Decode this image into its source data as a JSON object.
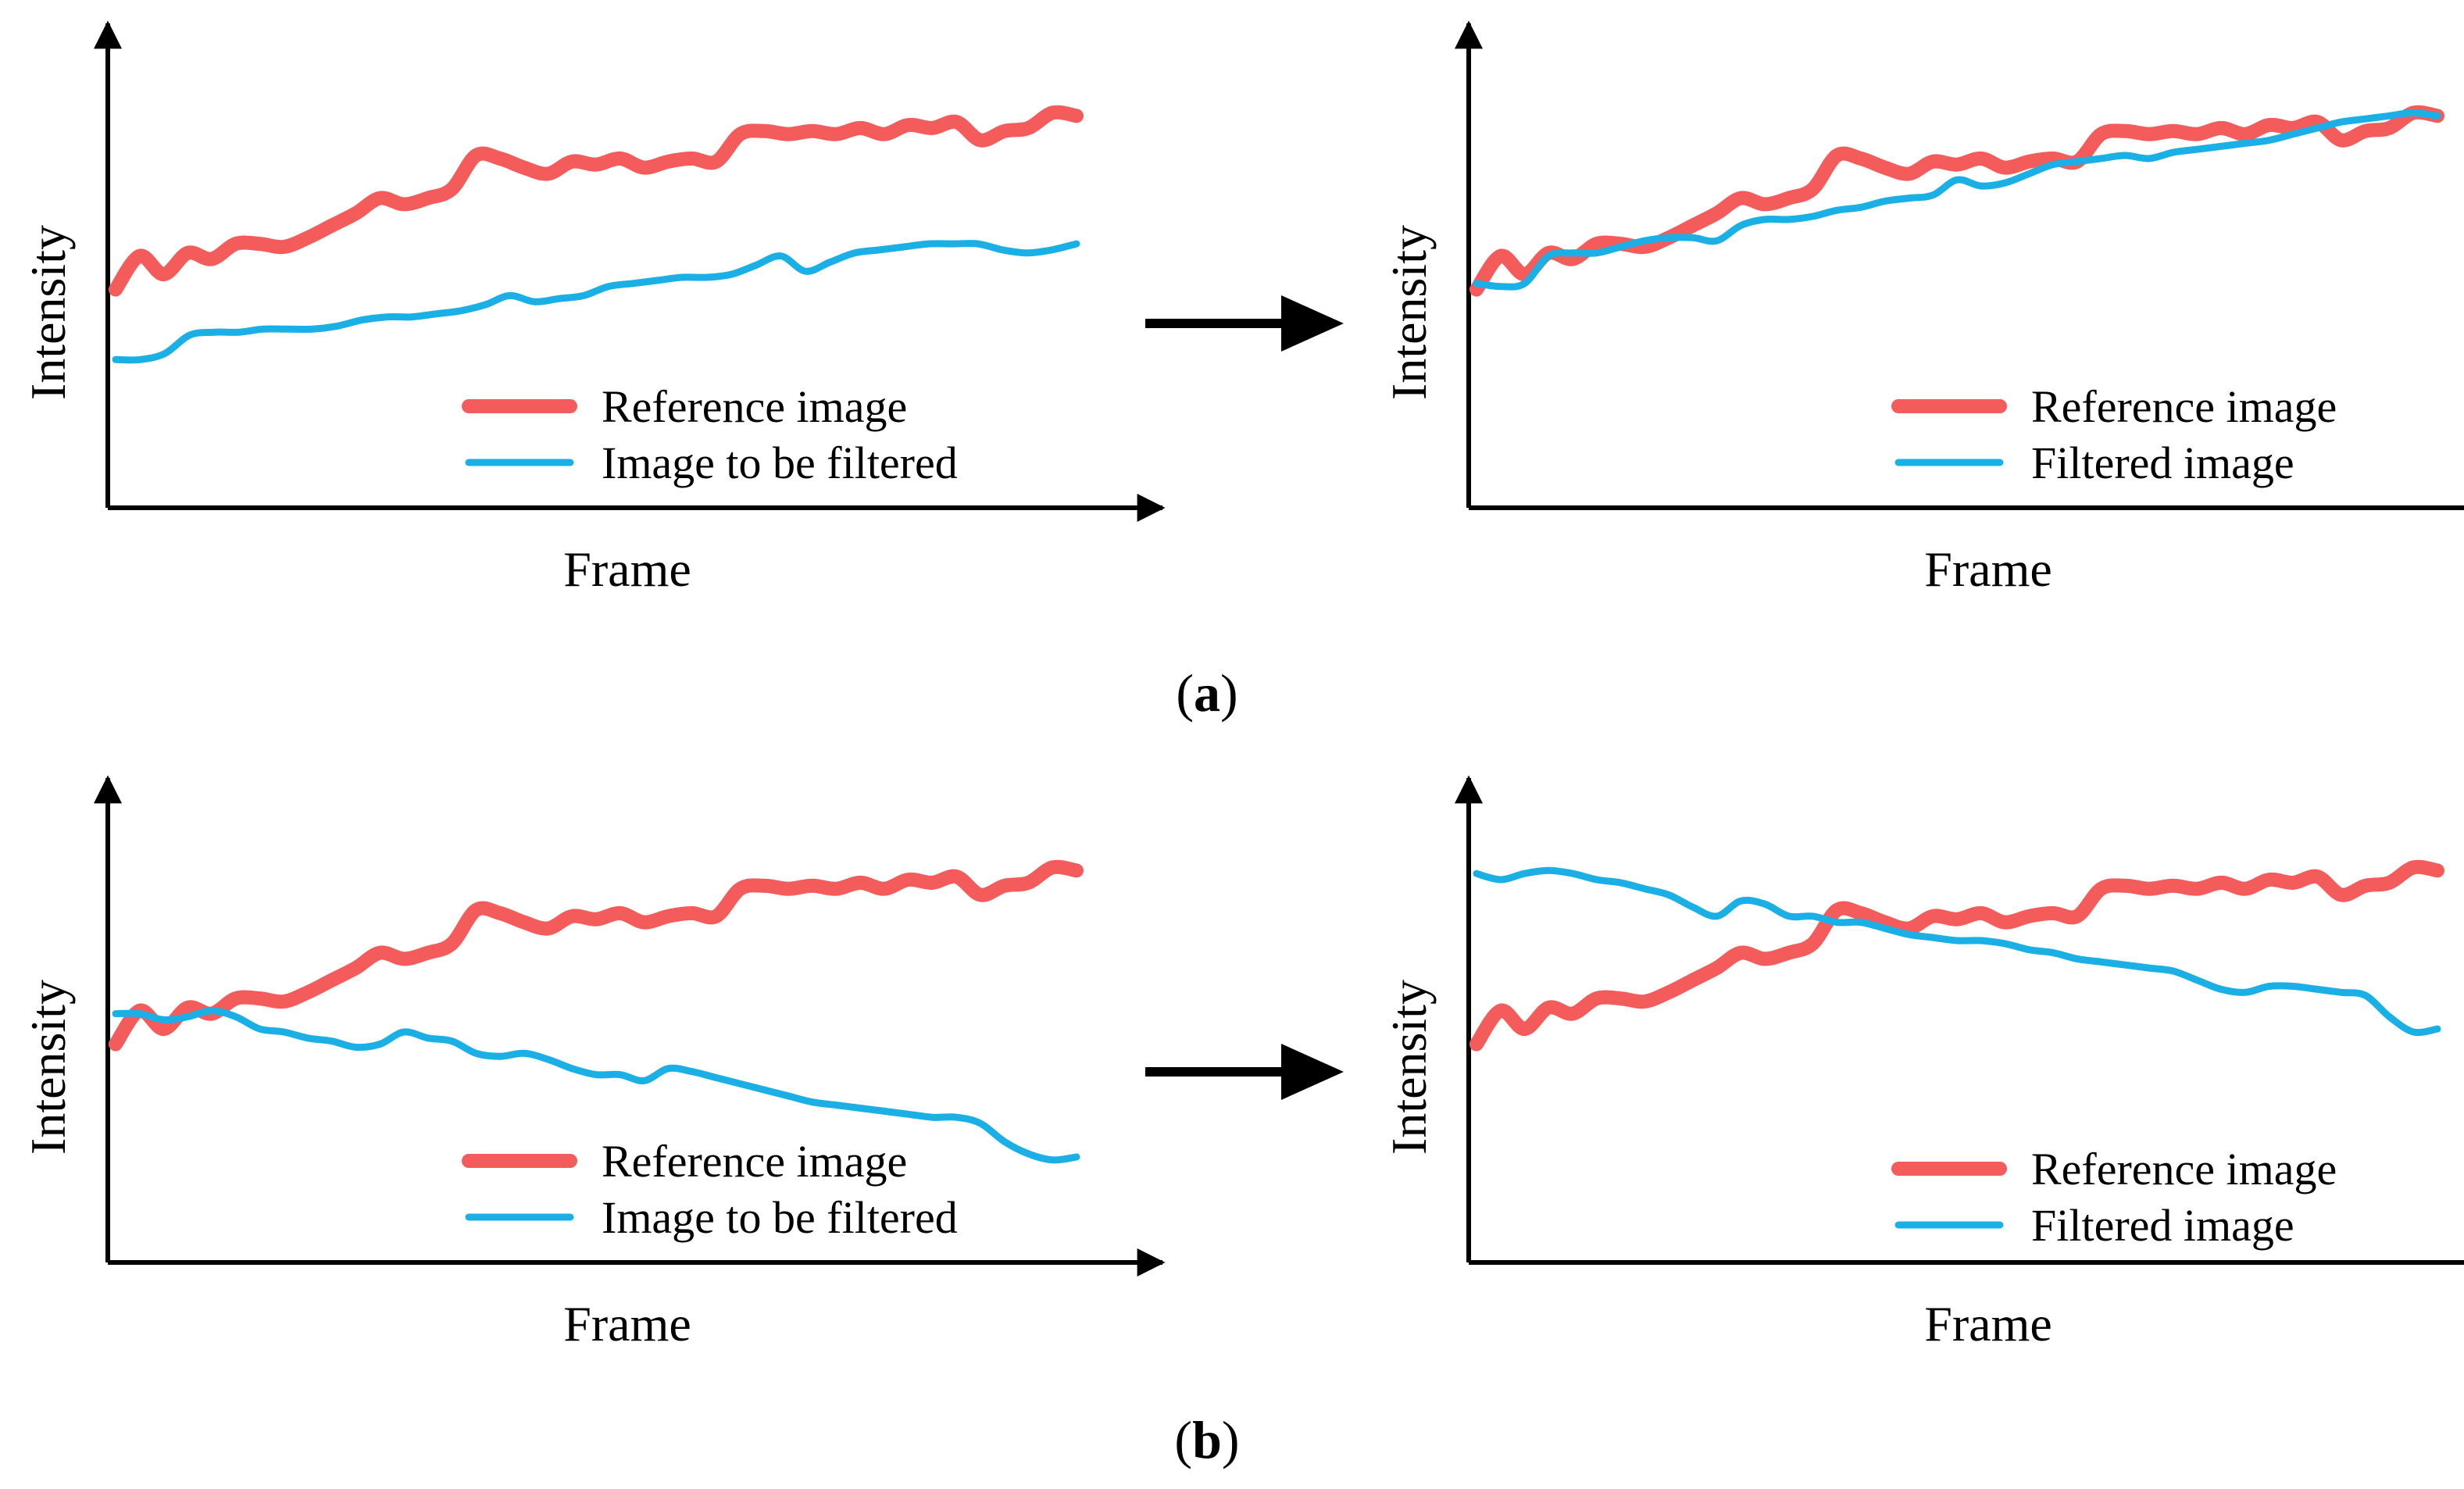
{
  "colors": {
    "reference": "#f45b5b",
    "filtered": "#1ab0e6",
    "axis": "#000000"
  },
  "captions": {
    "a_open": "(",
    "a_letter": "a",
    "a_close": ")",
    "b_open": "(",
    "b_letter": "b",
    "b_close": ")"
  },
  "chart_data": [
    {
      "type": "line",
      "xlabel": "Frame",
      "ylabel": "Intensity",
      "ylim": [
        0,
        1
      ],
      "series": [
        {
          "name": "Reference image",
          "color": "#f45b5b",
          "values": [
            0.46,
            0.57,
            0.51,
            0.58,
            0.56,
            0.61,
            0.61,
            0.6,
            0.63,
            0.67,
            0.71,
            0.76,
            0.74,
            0.76,
            0.79,
            0.9,
            0.89,
            0.86,
            0.84,
            0.88,
            0.87,
            0.89,
            0.86,
            0.88,
            0.89,
            0.88,
            0.97,
            0.98,
            0.97,
            0.98,
            0.97,
            0.99,
            0.97,
            1.0,
            0.99,
            1.01,
            0.95,
            0.98,
            0.99,
            1.04,
            1.03
          ]
        },
        {
          "name": "Image to be filtered",
          "color": "#1ab0e6",
          "values": [
            0.23,
            0.23,
            0.25,
            0.31,
            0.32,
            0.32,
            0.33,
            0.33,
            0.33,
            0.34,
            0.36,
            0.37,
            0.37,
            0.38,
            0.39,
            0.41,
            0.44,
            0.42,
            0.43,
            0.44,
            0.47,
            0.48,
            0.49,
            0.5,
            0.5,
            0.51,
            0.54,
            0.57,
            0.52,
            0.55,
            0.58,
            0.59,
            0.6,
            0.61,
            0.61,
            0.61,
            0.59,
            0.58,
            0.59,
            0.61
          ]
        }
      ]
    },
    {
      "type": "line",
      "xlabel": "Frame",
      "ylabel": "Intensity",
      "ylim": [
        0,
        1
      ],
      "series": [
        {
          "name": "Reference image",
          "color": "#f45b5b",
          "values": [
            0.46,
            0.57,
            0.51,
            0.58,
            0.56,
            0.61,
            0.61,
            0.6,
            0.63,
            0.67,
            0.71,
            0.76,
            0.74,
            0.76,
            0.79,
            0.9,
            0.89,
            0.86,
            0.84,
            0.88,
            0.87,
            0.89,
            0.86,
            0.88,
            0.89,
            0.88,
            0.97,
            0.98,
            0.97,
            0.98,
            0.97,
            0.99,
            0.97,
            1.0,
            0.99,
            1.01,
            0.95,
            0.98,
            0.99,
            1.04,
            1.03
          ]
        },
        {
          "name": "Filtered image",
          "color": "#1ab0e6",
          "values": [
            0.48,
            0.47,
            0.48,
            0.57,
            0.58,
            0.58,
            0.6,
            0.62,
            0.63,
            0.63,
            0.62,
            0.67,
            0.69,
            0.69,
            0.7,
            0.72,
            0.73,
            0.75,
            0.76,
            0.77,
            0.82,
            0.8,
            0.81,
            0.84,
            0.87,
            0.88,
            0.89,
            0.9,
            0.89,
            0.91,
            0.92,
            0.93,
            0.94,
            0.95,
            0.97,
            0.99,
            1.01,
            1.02,
            1.03,
            1.04,
            1.03
          ]
        }
      ]
    },
    {
      "type": "line",
      "xlabel": "Frame",
      "ylabel": "Intensity",
      "ylim": [
        0,
        1
      ],
      "series": [
        {
          "name": "Reference image",
          "color": "#f45b5b",
          "values": [
            0.46,
            0.57,
            0.51,
            0.58,
            0.56,
            0.61,
            0.61,
            0.6,
            0.63,
            0.67,
            0.71,
            0.76,
            0.74,
            0.76,
            0.79,
            0.9,
            0.89,
            0.86,
            0.84,
            0.88,
            0.87,
            0.89,
            0.86,
            0.88,
            0.89,
            0.88,
            0.97,
            0.98,
            0.97,
            0.98,
            0.97,
            0.99,
            0.97,
            1.0,
            0.99,
            1.01,
            0.95,
            0.98,
            0.99,
            1.04,
            1.03
          ]
        },
        {
          "name": "Image to be filtered",
          "color": "#1ab0e6",
          "values": [
            0.56,
            0.56,
            0.54,
            0.55,
            0.57,
            0.55,
            0.51,
            0.5,
            0.48,
            0.47,
            0.45,
            0.46,
            0.5,
            0.48,
            0.47,
            0.43,
            0.42,
            0.43,
            0.41,
            0.38,
            0.36,
            0.36,
            0.34,
            0.38,
            0.37,
            0.35,
            0.33,
            0.31,
            0.29,
            0.27,
            0.26,
            0.25,
            0.24,
            0.23,
            0.22,
            0.22,
            0.2,
            0.14,
            0.1,
            0.08,
            0.09
          ]
        }
      ]
    },
    {
      "type": "line",
      "xlabel": "Frame",
      "ylabel": "Intensity",
      "ylim": [
        0,
        1
      ],
      "series": [
        {
          "name": "Reference image",
          "color": "#f45b5b",
          "values": [
            0.46,
            0.57,
            0.51,
            0.58,
            0.56,
            0.61,
            0.61,
            0.6,
            0.63,
            0.67,
            0.71,
            0.76,
            0.74,
            0.76,
            0.79,
            0.9,
            0.89,
            0.86,
            0.84,
            0.88,
            0.87,
            0.89,
            0.86,
            0.88,
            0.89,
            0.88,
            0.97,
            0.98,
            0.97,
            0.98,
            0.97,
            0.99,
            0.97,
            1.0,
            0.99,
            1.01,
            0.95,
            0.98,
            0.99,
            1.04,
            1.03
          ]
        },
        {
          "name": "Filtered image",
          "color": "#1ab0e6",
          "values": [
            1.02,
            1.0,
            1.02,
            1.03,
            1.02,
            1.0,
            0.99,
            0.97,
            0.95,
            0.91,
            0.88,
            0.93,
            0.92,
            0.88,
            0.88,
            0.86,
            0.86,
            0.84,
            0.82,
            0.81,
            0.8,
            0.8,
            0.79,
            0.77,
            0.76,
            0.74,
            0.73,
            0.72,
            0.71,
            0.7,
            0.67,
            0.64,
            0.63,
            0.65,
            0.65,
            0.64,
            0.63,
            0.62,
            0.55,
            0.5,
            0.51
          ]
        }
      ]
    }
  ]
}
